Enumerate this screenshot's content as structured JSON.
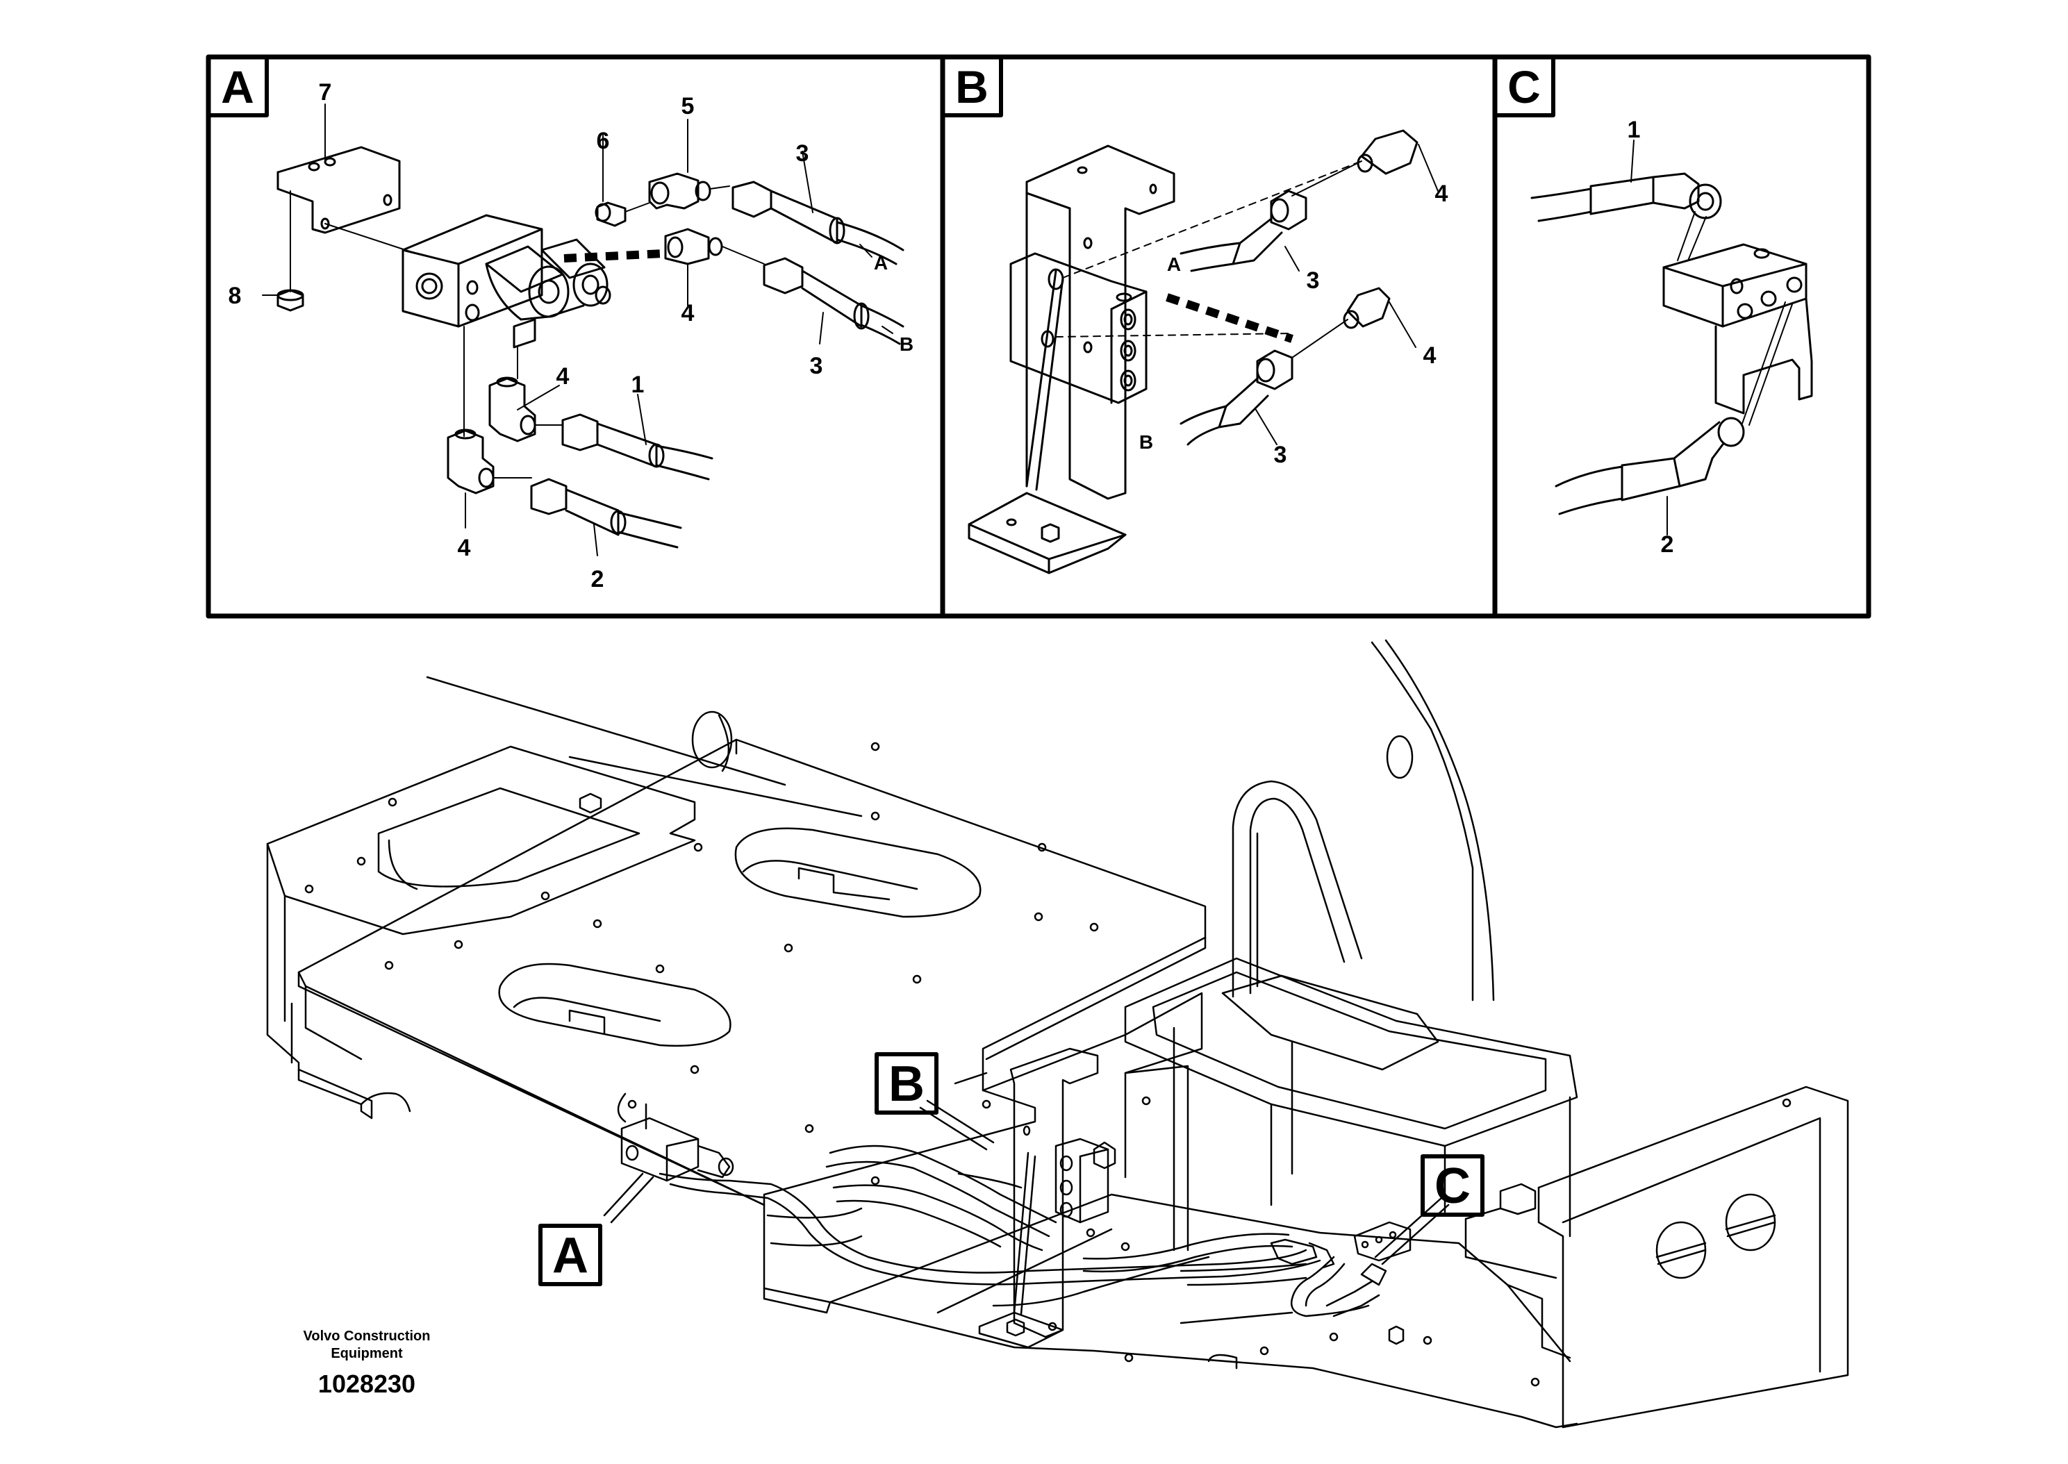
{
  "panels": [
    {
      "letter": "A"
    },
    {
      "letter": "B"
    },
    {
      "letter": "C"
    }
  ],
  "detail_a": {
    "callouts": {
      "c7": "7",
      "c8": "8",
      "c6": "6",
      "c5": "5",
      "c3a": "3",
      "c4a": "4",
      "c3b": "3",
      "c4b": "4",
      "c1": "1",
      "c4c": "4",
      "c2": "2"
    },
    "ports": {
      "pa": "A",
      "pb": "B"
    }
  },
  "detail_b": {
    "callouts": {
      "c4a": "4",
      "c3a": "3",
      "c4b": "4",
      "c3b": "3"
    },
    "ports": {
      "pa": "A",
      "pb": "B"
    }
  },
  "detail_c": {
    "callouts": {
      "c1": "1",
      "c2": "2"
    }
  },
  "overview": {
    "labels": {
      "a": "A",
      "b": "B",
      "c": "C"
    }
  },
  "footer": {
    "company_line1": "Volvo Construction",
    "company_line2": "Equipment",
    "doc_number": "1028230"
  }
}
